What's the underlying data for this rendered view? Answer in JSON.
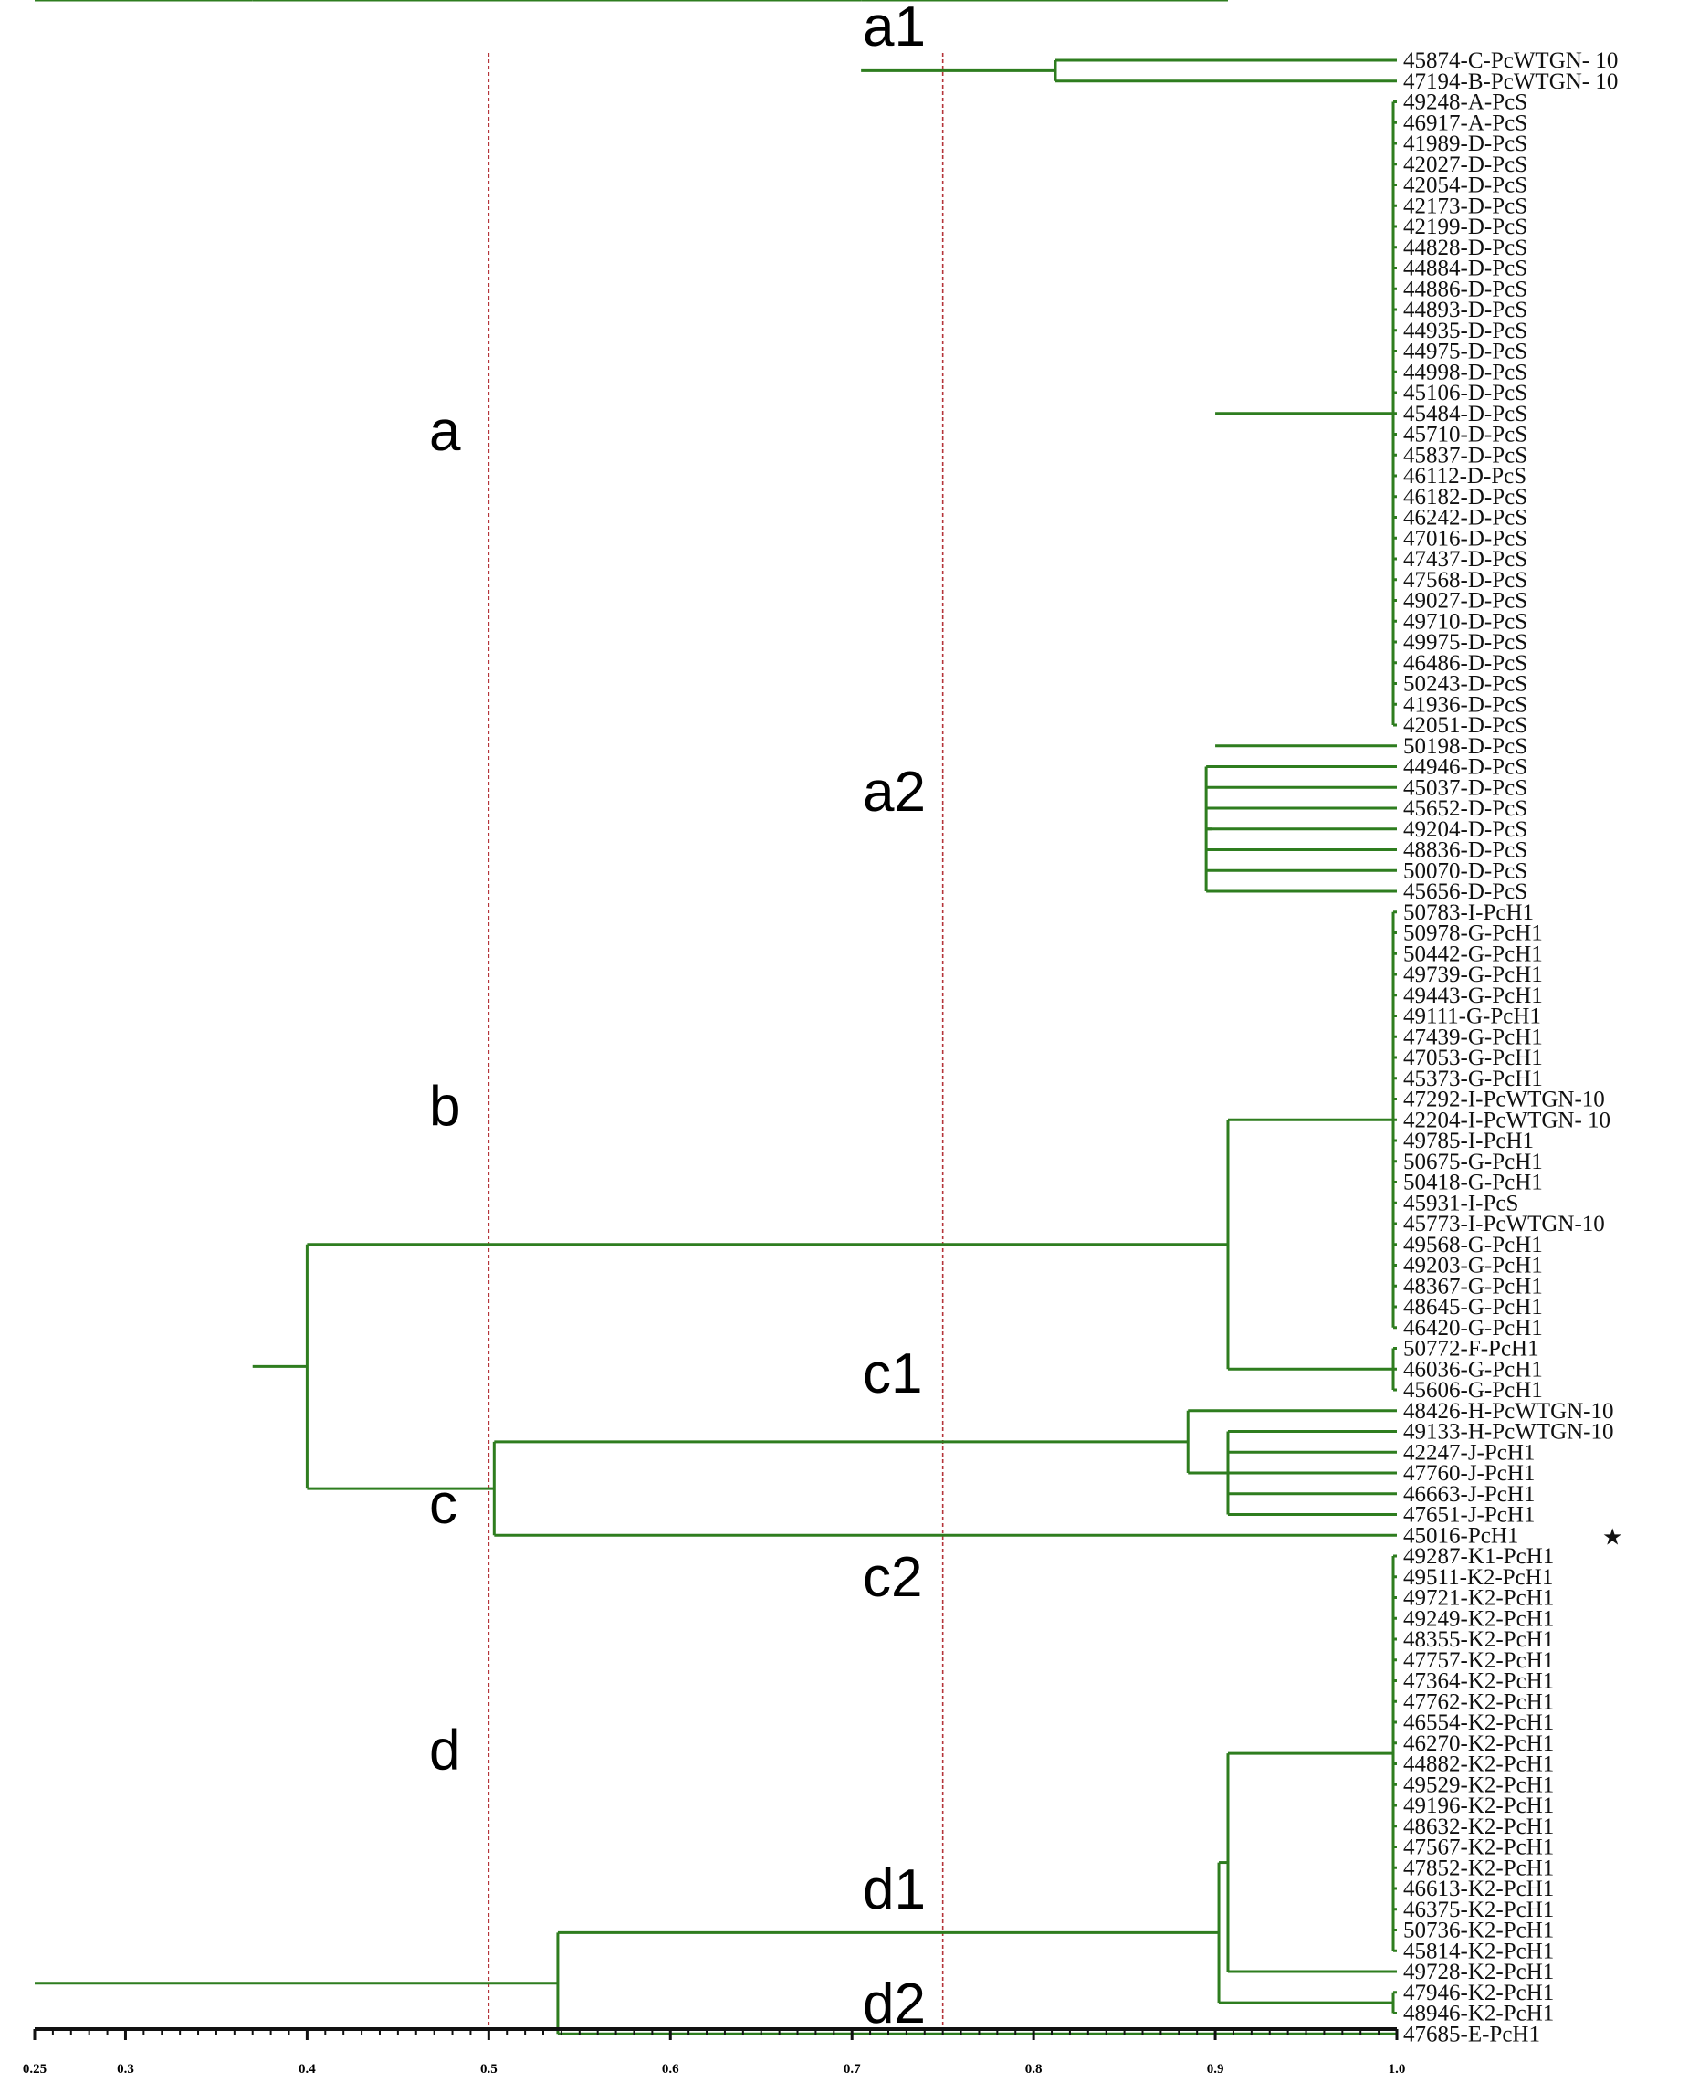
{
  "colors": {
    "branch": "#2e7d1f",
    "cutoff": "#b5343a",
    "axis": "#111111",
    "text": "#111111"
  },
  "dendrogram": {
    "leaves": [
      "45874-C-PcWTGN- 10",
      "47194-B-PcWTGN- 10",
      "49248-A-PcS",
      "46917-A-PcS",
      "41989-D-PcS",
      "42027-D-PcS",
      "42054-D-PcS",
      "42173-D-PcS",
      "42199-D-PcS",
      "44828-D-PcS",
      "44884-D-PcS",
      "44886-D-PcS",
      "44893-D-PcS",
      "44935-D-PcS",
      "44975-D-PcS",
      "44998-D-PcS",
      "45106-D-PcS",
      "45484-D-PcS",
      "45710-D-PcS",
      "45837-D-PcS",
      "46112-D-PcS",
      "46182-D-PcS",
      "46242-D-PcS",
      "47016-D-PcS",
      "47437-D-PcS",
      "47568-D-PcS",
      "49027-D-PcS",
      "49710-D-PcS",
      "49975-D-PcS",
      "46486-D-PcS",
      "50243-D-PcS",
      "41936-D-PcS",
      "42051-D-PcS",
      "50198-D-PcS",
      "44946-D-PcS",
      "45037-D-PcS",
      "45652-D-PcS",
      "49204-D-PcS",
      "48836-D-PcS",
      "50070-D-PcS",
      "45656-D-PcS",
      "50783-I-PcH1",
      "50978-G-PcH1",
      "50442-G-PcH1",
      "49739-G-PcH1",
      "49443-G-PcH1",
      "49111-G-PcH1",
      "47439-G-PcH1",
      "47053-G-PcH1",
      "45373-G-PcH1",
      "47292-I-PcWTGN-10",
      "42204-I-PcWTGN- 10",
      "49785-I-PcH1",
      "50675-G-PcH1",
      "50418-G-PcH1",
      "45931-I-PcS",
      "45773-I-PcWTGN-10",
      "49568-G-PcH1",
      "49203-G-PcH1",
      "48367-G-PcH1",
      "48645-G-PcH1",
      "46420-G-PcH1",
      "50772-F-PcH1",
      "46036-G-PcH1",
      "45606-G-PcH1",
      "48426-H-PcWTGN-10",
      "49133-H-PcWTGN-10",
      "42247-J-PcH1",
      "47760-J-PcH1",
      "46663-J-PcH1",
      "47651-J-PcH1",
      "45016-PcH1",
      "49287-K1-PcH1",
      "49511-K2-PcH1",
      "49721-K2-PcH1",
      "49249-K2-PcH1",
      "48355-K2-PcH1",
      "47757-K2-PcH1",
      "47364-K2-PcH1",
      "47762-K2-PcH1",
      "46554-K2-PcH1",
      "46270-K2-PcH1",
      "44882-K2-PcH1",
      "49529-K2-PcH1",
      "49196-K2-PcH1",
      "48632-K2-PcH1",
      "47567-K2-PcH1",
      "47852-K2-PcH1",
      "46613-K2-PcH1",
      "46375-K2-PcH1",
      "50736-K2-PcH1",
      "45814-K2-PcH1",
      "49728-K2-PcH1",
      "47946-K2-PcH1",
      "48946-K2-PcH1",
      "47685-E-PcH1"
    ],
    "highlight_leaf": 71,
    "highlight_symbol": "★",
    "axis": {
      "min": 0.25,
      "max": 1.0,
      "ticks": [
        "0.25",
        "0.3",
        "0.4",
        "0.5",
        "0.6",
        "0.7",
        "0.8",
        "0.9",
        "1.0"
      ]
    },
    "cutoffs": [
      0.5,
      0.75
    ],
    "clusters": [
      {
        "label": "a",
        "sim": 0.37,
        "from": 0,
        "to": 40
      },
      {
        "label": "a1",
        "sim": 0.705,
        "from": 0,
        "to": 1
      },
      {
        "label": "a2",
        "sim": 0.705,
        "from": 2,
        "to": 40
      },
      {
        "label": "b",
        "sim": 0.4,
        "from": 41,
        "to": 64
      },
      {
        "label": "c",
        "sim": 0.4,
        "from": 65,
        "to": 71
      },
      {
        "label": "c1",
        "sim": 0.503,
        "from": 65,
        "to": 70
      },
      {
        "label": "c2",
        "sim": 0.503,
        "from": 71,
        "to": 71
      },
      {
        "label": "d",
        "sim": 0.25,
        "from": 72,
        "to": 95
      },
      {
        "label": "d1",
        "sim": 0.538,
        "from": 72,
        "to": 94
      },
      {
        "label": "d2",
        "sim": 0.538,
        "from": 95,
        "to": 95
      }
    ],
    "links": [
      [
        0.812,
        0,
        1
      ],
      [
        0.998,
        2,
        32
      ],
      [
        0.907,
        2,
        30
      ],
      [
        0.907,
        31,
        32
      ],
      [
        0.9,
        2,
        33
      ],
      [
        0.895,
        34,
        40
      ],
      [
        0.898,
        2,
        40
      ],
      [
        0.705,
        0,
        40
      ],
      [
        0.998,
        41,
        61
      ],
      [
        0.998,
        62,
        64
      ],
      [
        0.907,
        41,
        64
      ],
      [
        0.907,
        66,
        70
      ],
      [
        0.885,
        65,
        70
      ],
      [
        0.503,
        65,
        71
      ],
      [
        0.4,
        41,
        71
      ],
      [
        0.37,
        0,
        71
      ],
      [
        0.998,
        72,
        91
      ],
      [
        0.907,
        72,
        92
      ],
      [
        0.998,
        93,
        94
      ],
      [
        0.902,
        72,
        94
      ],
      [
        0.538,
        72,
        95
      ],
      [
        0.25,
        0,
        95
      ]
    ]
  }
}
